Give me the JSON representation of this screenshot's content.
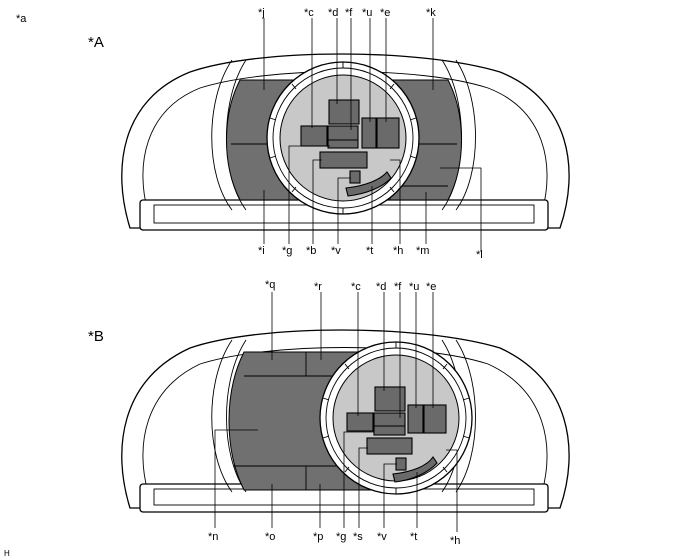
{
  "figure": {
    "corner_label": "*a",
    "footer_mark": "H",
    "views": [
      {
        "title": "*A",
        "callouts": {
          "top": [
            "*j",
            "*c",
            "*d",
            "*f",
            "*u",
            "*e",
            "*k"
          ],
          "bottom": [
            "*i",
            "*g",
            "*b",
            "*v",
            "*t",
            "*h",
            "*m",
            "*l"
          ]
        }
      },
      {
        "title": "*B",
        "callouts": {
          "top": [
            "*q",
            "*r",
            "*c",
            "*d",
            "*f",
            "*u",
            "*e"
          ],
          "bottom": [
            "*n",
            "*o",
            "*p",
            "*g",
            "*s",
            "*v",
            "*t",
            "*h"
          ]
        }
      }
    ]
  }
}
